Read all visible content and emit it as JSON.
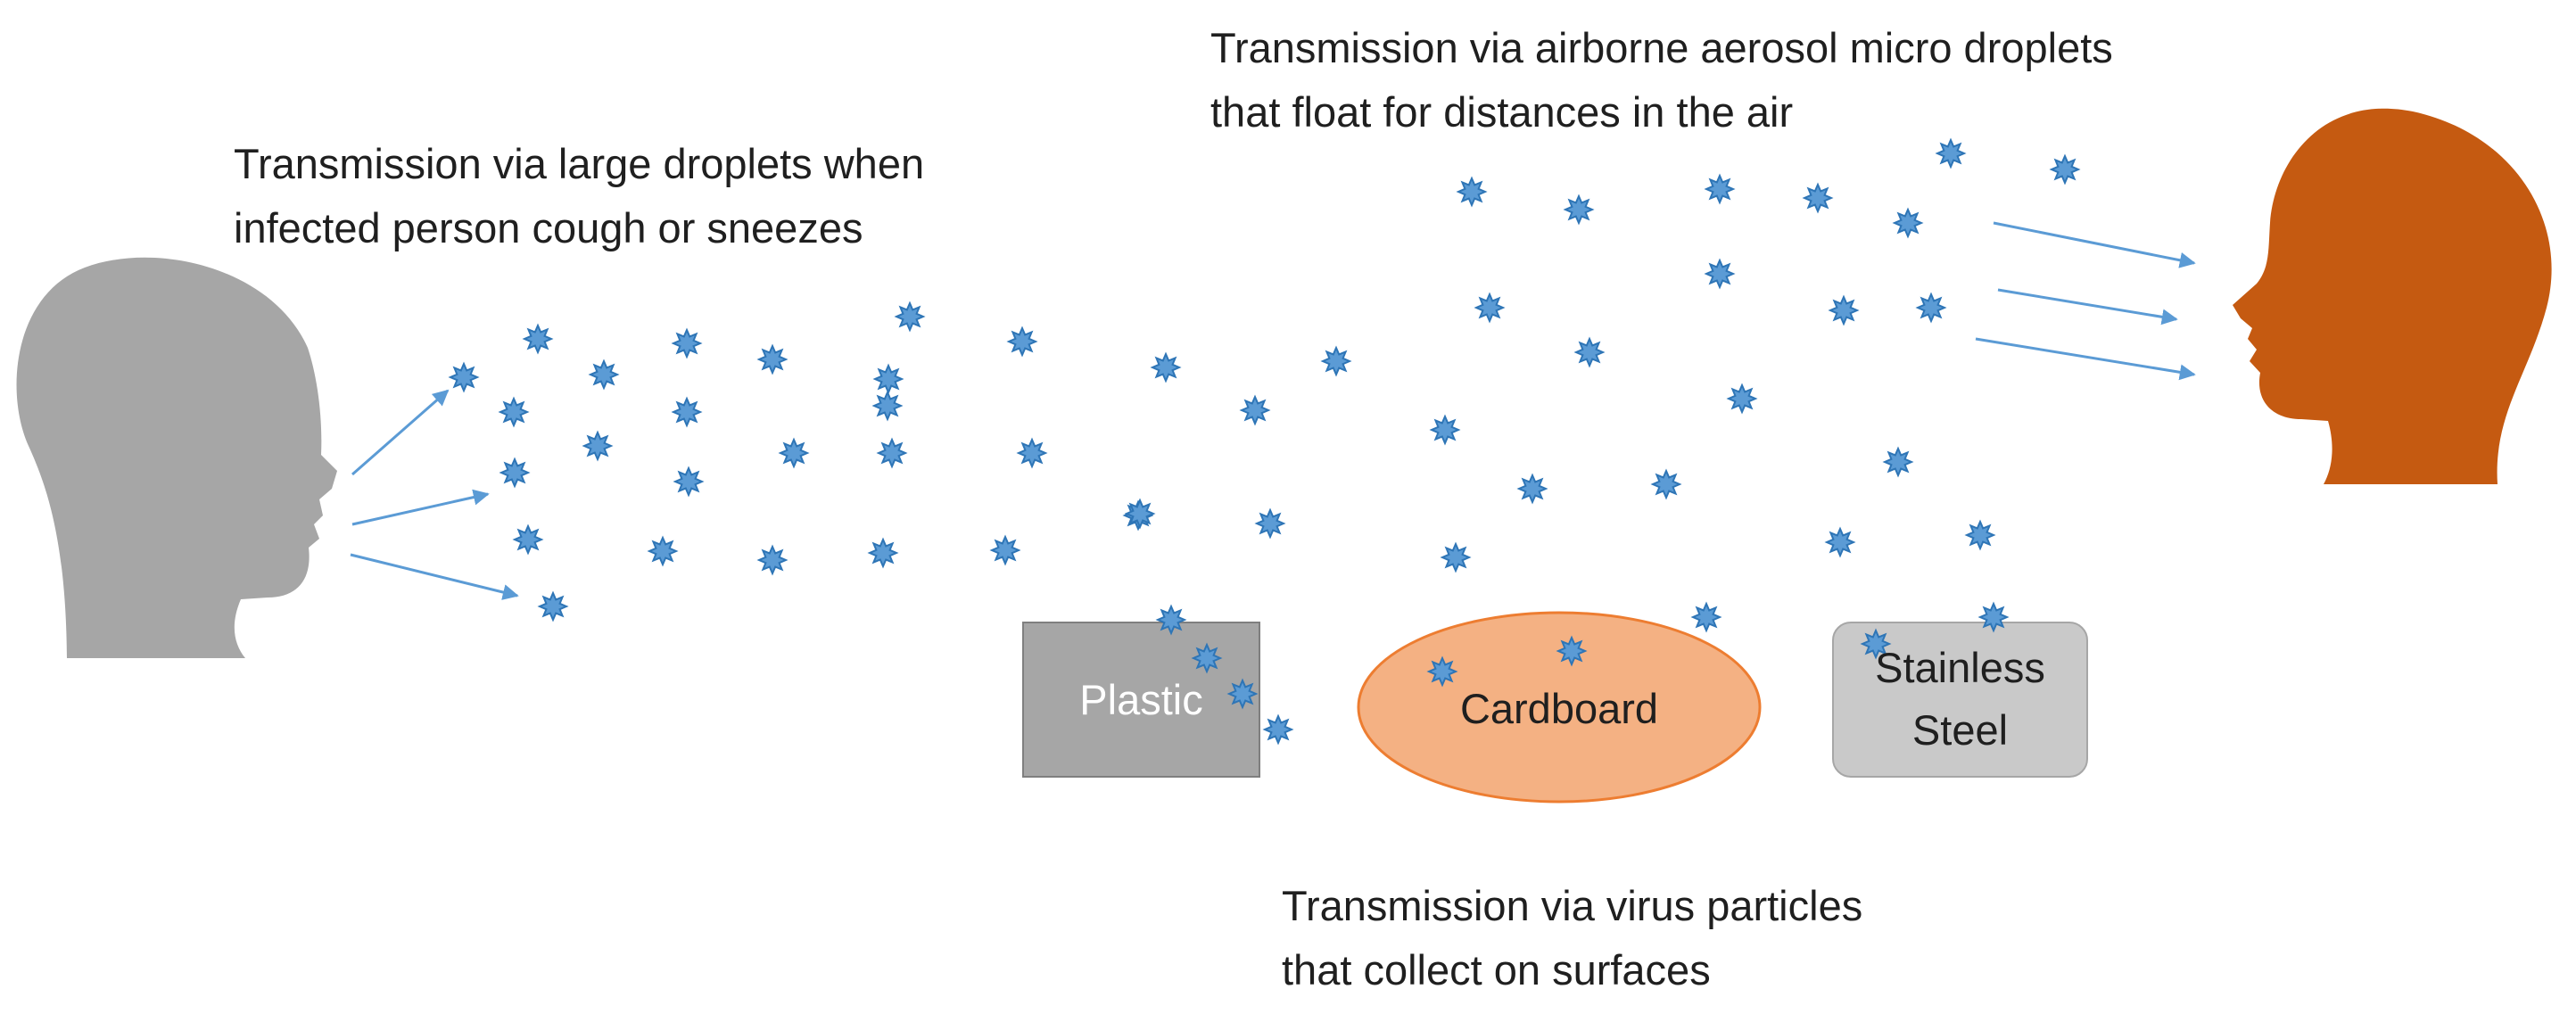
{
  "captions": {
    "large_droplets": [
      "Transmission via large droplets when",
      "infected person cough or sneezes"
    ],
    "aerosol": [
      "Transmission via airborne aerosol micro droplets",
      "that float for distances in the air"
    ],
    "surfaces": [
      "Transmission via virus particles",
      "that collect on surfaces"
    ]
  },
  "surfaces": {
    "plastic": "Plastic",
    "cardboard": "Cardboard",
    "steel": [
      "Stainless",
      "Steel"
    ]
  },
  "colors": {
    "infected_head": "#a6a6a6",
    "exposed_head": "#c55a11",
    "droplet": "#5b9bd5",
    "droplet_outline": "#2e75b6",
    "arrow": "#5b9bd5",
    "plastic_fill": "#a6a6a6",
    "cardboard_fill": "#f4b183",
    "steel_fill": "#c9c9c9"
  },
  "icons": {
    "infected_person": "person-head-profile-icon",
    "exposed_person": "person-head-profile-icon",
    "droplet": "virus-droplet-icon"
  }
}
